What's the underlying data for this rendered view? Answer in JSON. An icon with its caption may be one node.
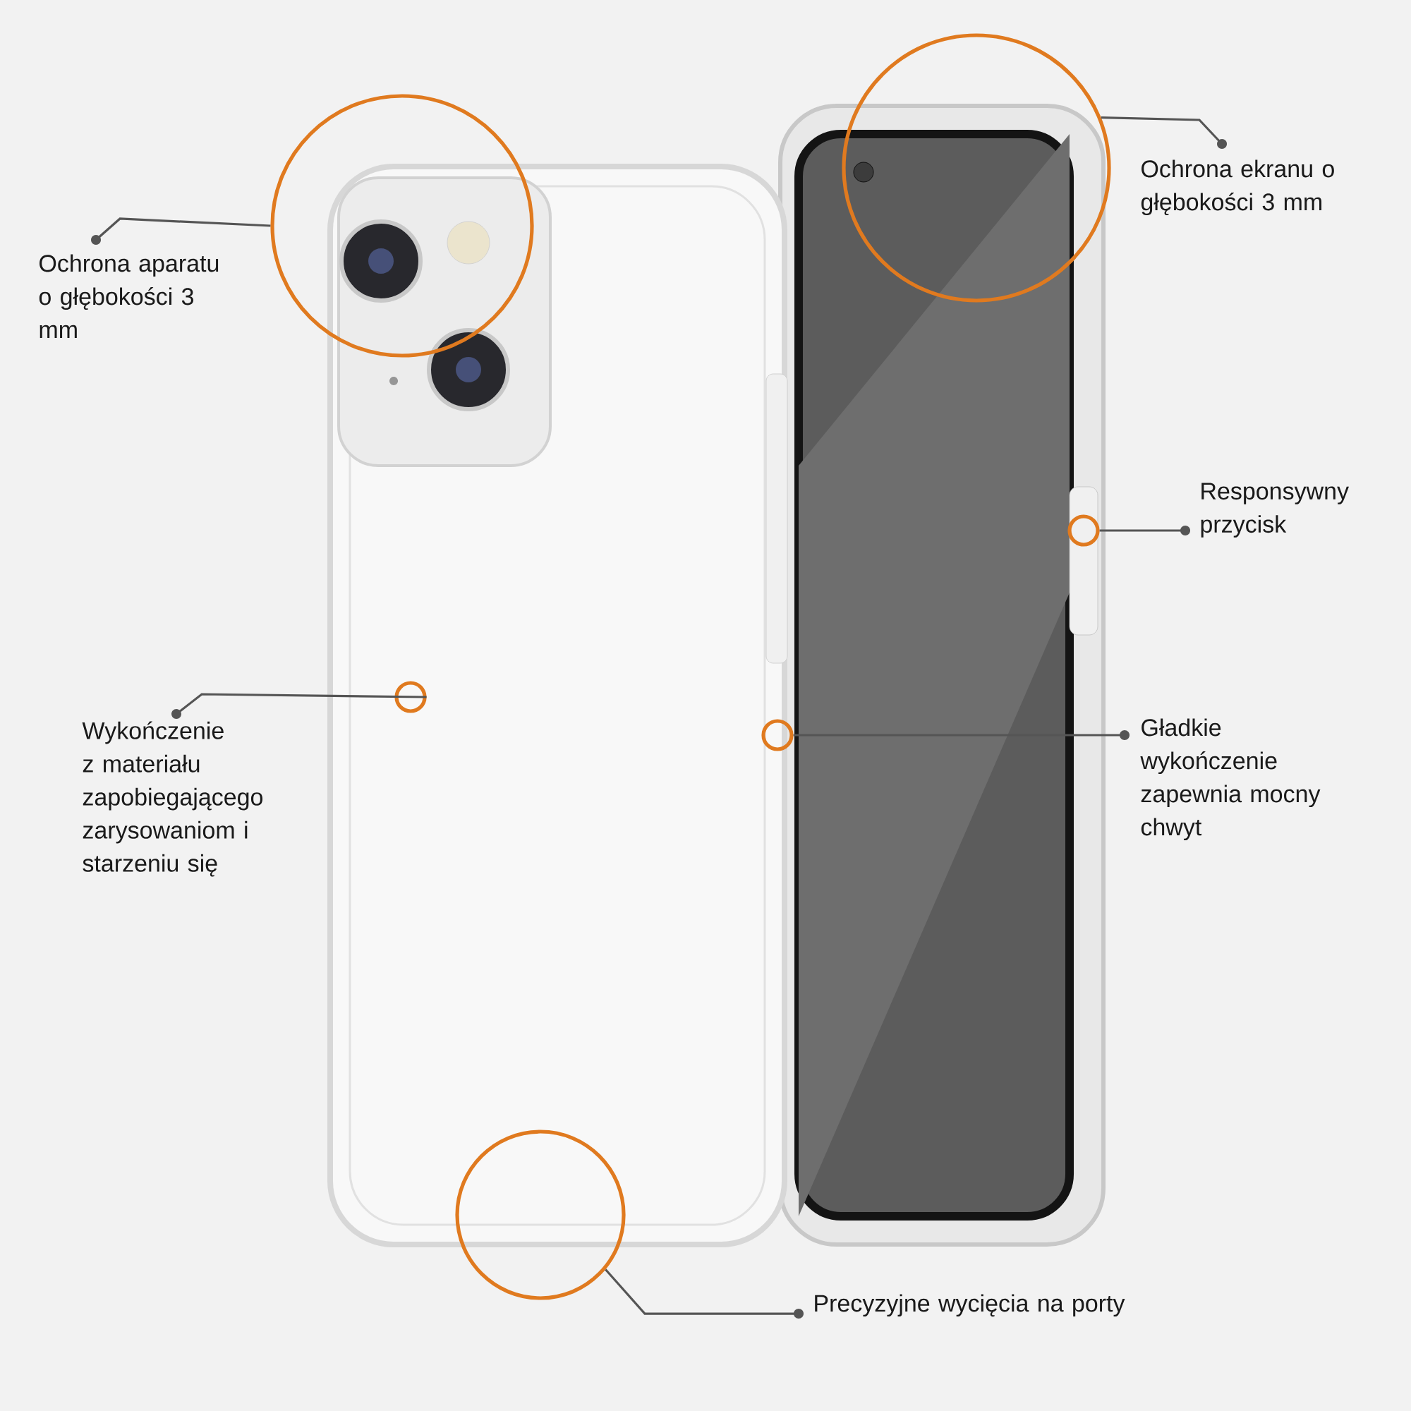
{
  "diagram": {
    "nodes": [
      {
        "text": [
          "Ochrona aparatu o głębokości 3 mm"
        ]
      },
      {
        "text": [],
        "shape": "circle"
      },
      {
        "text": [
          "Ochrona ekranu o głębokości 3 mm"
        ]
      },
      {
        "text": [],
        "shape": "circle"
      },
      {
        "text": [
          "Responsywny przycisk"
        ]
      },
      {
        "text": [],
        "shape": "circle"
      },
      {
        "text": [
          "Wykończenie z materiału zapobiegającego zarysowaniom i starzeniu się"
        ]
      },
      {
        "text": [],
        "shape": "circle"
      },
      {
        "text": [
          "Gładkie wykończenie zapewnia mocny chwyt"
        ]
      },
      {
        "text": [],
        "shape": "circle"
      },
      {
        "text": [
          "Precyzyjne wycięcia na porty"
        ]
      },
      {
        "text": [],
        "shape": "circle"
      }
    ],
    "edges": [
      {
        "from": 0,
        "to": 1,
        "arrow": "other"
      },
      {
        "from": 2,
        "to": 3,
        "arrow": "other"
      },
      {
        "from": 4,
        "to": 5,
        "arrow": "other"
      },
      {
        "from": 6,
        "to": 7,
        "arrow": "other"
      },
      {
        "from": 8,
        "to": 9,
        "arrow": "other"
      },
      {
        "from": 10,
        "to": 11,
        "arrow": "other"
      }
    ]
  }
}
